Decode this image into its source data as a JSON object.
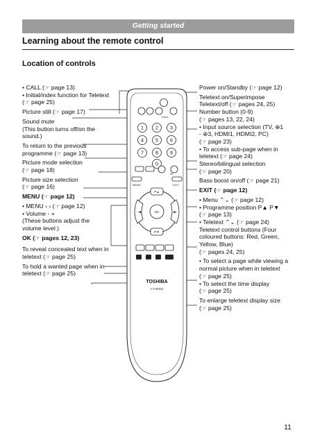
{
  "header": {
    "section": "Getting started"
  },
  "title": "Learning about the remote control",
  "subtitle": "Location of controls",
  "left_items": [
    "• CALL (☞ page 13)",
    "• Initial/index function for Teletext",
    "  (☞ page 25)",
    "",
    "Picture still (☞ page 17)",
    "",
    "Sound mute",
    "(This button turns off/on the",
    "sound.)",
    "",
    "To return to the previous",
    "programme (☞ page 13)",
    "",
    "Picture mode selection",
    "(☞ page 18)",
    "",
    "Picture size selection",
    "(☞ page 16)",
    "",
    "MENU (☞ page 12)",
    "",
    "• MENU ‹ › (☞ page 12)",
    "• Volume - +",
    "  (These buttons adjust the",
    "  volume level.)",
    "",
    "OK (☞ pages 12, 23)",
    "",
    "",
    "To reveal concealed text when in",
    "teletext (☞ page 25)",
    "",
    "To hold a wanted page when in",
    "teletext (☞ page 25)"
  ],
  "right_items": [
    "Power on/Standby (☞ page 12)",
    "",
    "Teletext on/Superimpose",
    "Teletext/off (☞ pages 24, 25)",
    "Number button (0-9)",
    "(☞ pages 13, 22, 24)",
    "• Input source selection (TV, ⊕1",
    "  - ⊕3, HDMI1, HDMI2, PC)",
    "  (☞ page 23)",
    "• To access sub-page when in",
    "  teletext (☞ page 24)",
    "Stereo/bilingual selection",
    "(☞ page 20)",
    "",
    "Bass boost on/off (☞ page 21)",
    "",
    "EXIT (☞ page 12)",
    "",
    "• Menu ⌃⌄ (☞ page 12)",
    "• Programme position P▲ P▼",
    "  (☞ page 13)",
    "• Teletext ⌃⌄ (☞ page 24)",
    "Teletext control buttons (Four",
    "coloured buttons: Red, Green,",
    "Yellow, Blue)",
    "(☞ pages 24, 25)",
    "",
    "• To select a page while viewing a",
    "  normal picture when in teletext",
    "  (☞ page 25)",
    "• To select the time display",
    "  (☞ page 25)",
    "",
    "To enlarge teletext display size",
    "(☞ page 25)"
  ],
  "remote": {
    "brand": "TOSHIBA",
    "model": "CT-90302",
    "digits": [
      "1",
      "2",
      "3",
      "4",
      "5",
      "6",
      "7",
      "8",
      "9",
      "0"
    ],
    "labels": {
      "call": "CALL",
      "menu": "MENU",
      "exit": "EXIT",
      "ok": "OK",
      "p_up": "P▲",
      "p_down": "P▼",
      "i_ii": "I/II",
      "vol_minus": "−◀",
      "vol_plus": "◀+"
    }
  },
  "page_number": "11"
}
